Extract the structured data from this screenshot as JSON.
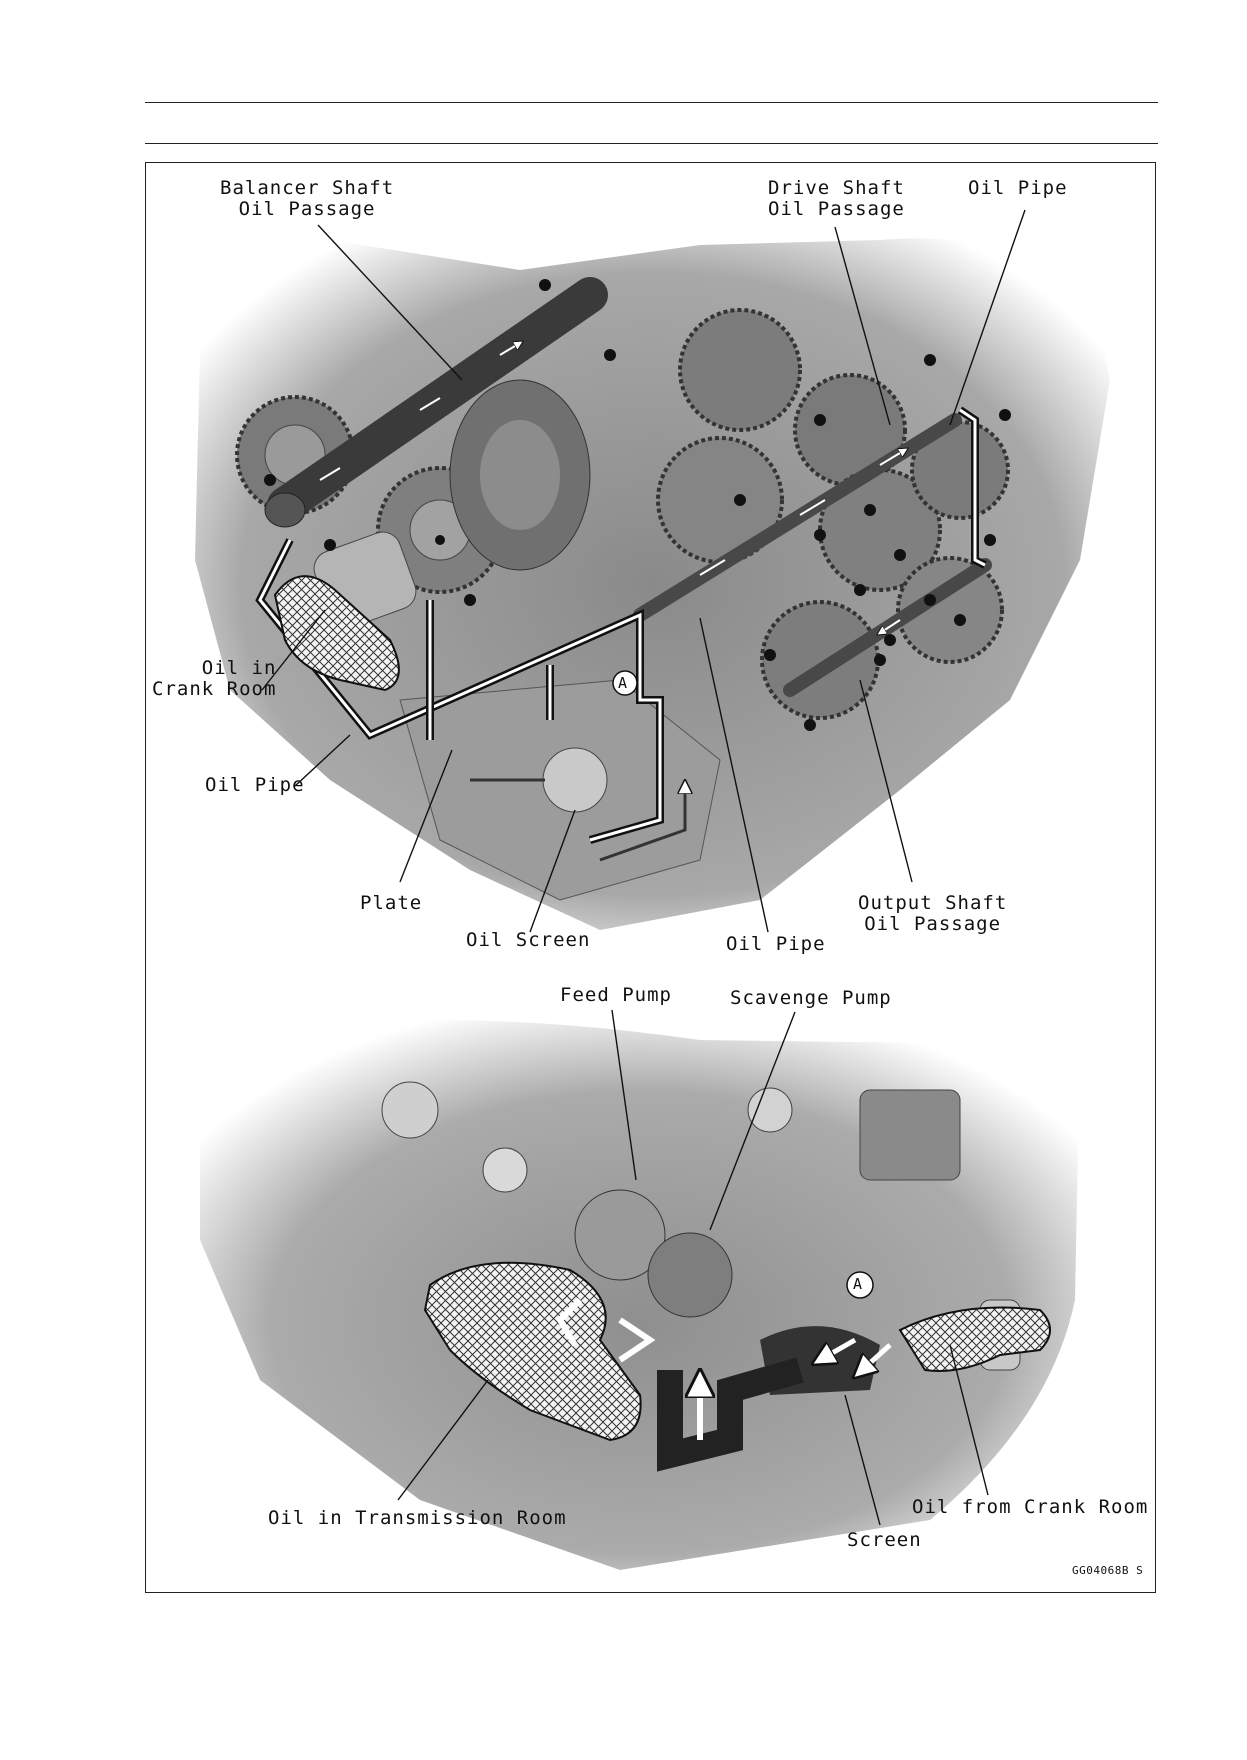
{
  "top_diagram": {
    "labels": {
      "balancer": [
        "Balancer Shaft",
        "Oil Passage"
      ],
      "drive": [
        "Drive Shaft",
        "Oil Passage"
      ],
      "oil_pipe_top": "Oil Pipe",
      "crank_room": [
        "Oil in",
        "Crank Room"
      ],
      "oil_pipe_left": "Oil Pipe",
      "plate": "Plate",
      "oil_screen": "Oil Screen",
      "oil_pipe_bottom": "Oil Pipe",
      "output": [
        "Output Shaft",
        "Oil Passage"
      ],
      "marker_a": "A"
    }
  },
  "bottom_diagram": {
    "labels": {
      "feed_pump": "Feed Pump",
      "scavenge_pump": "Scavenge Pump",
      "transmission_room": "Oil in Transmission Room",
      "screen": "Screen",
      "from_crank": "Oil from Crank Room",
      "marker_a": "A"
    }
  },
  "figure_code": "GG04068B  S"
}
